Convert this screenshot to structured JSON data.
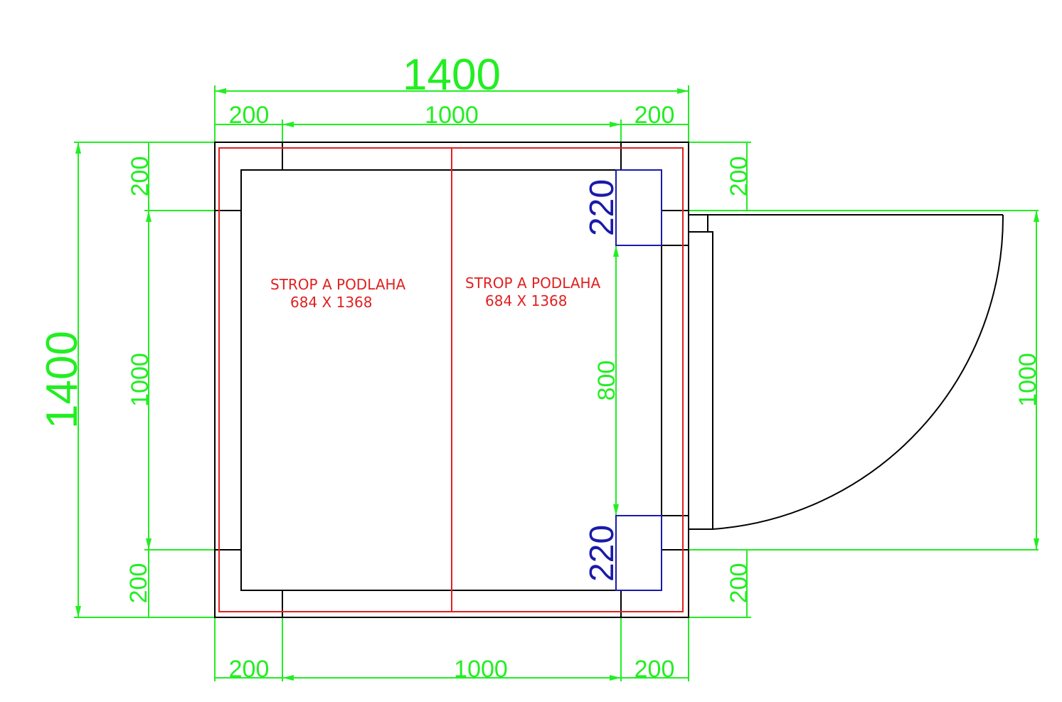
{
  "dimensions": {
    "overall_width": "1400",
    "overall_height": "1400",
    "top_left_segment": "200",
    "top_middle_segment": "1000",
    "top_right_segment": "200",
    "bottom_left_segment": "200",
    "bottom_middle_segment": "1000",
    "bottom_right_segment": "200",
    "left_top_segment": "200",
    "left_middle_segment": "1000",
    "left_bottom_segment": "200",
    "right_top_segment": "200",
    "right_bottom_segment": "200",
    "door_swing_height": "1000",
    "door_opening": "800",
    "door_frame_top": "220",
    "door_frame_bottom": "220"
  },
  "panels": [
    {
      "label": "STROP A PODLAHA",
      "size": "684 X 1368"
    },
    {
      "label": "STROP A PODLAHA",
      "size": "684 X 1368"
    }
  ],
  "colors": {
    "dimension": "#22ee22",
    "wall": "#000000",
    "panel_outline": "#e02020",
    "door_frame": "#1a1aaa"
  }
}
